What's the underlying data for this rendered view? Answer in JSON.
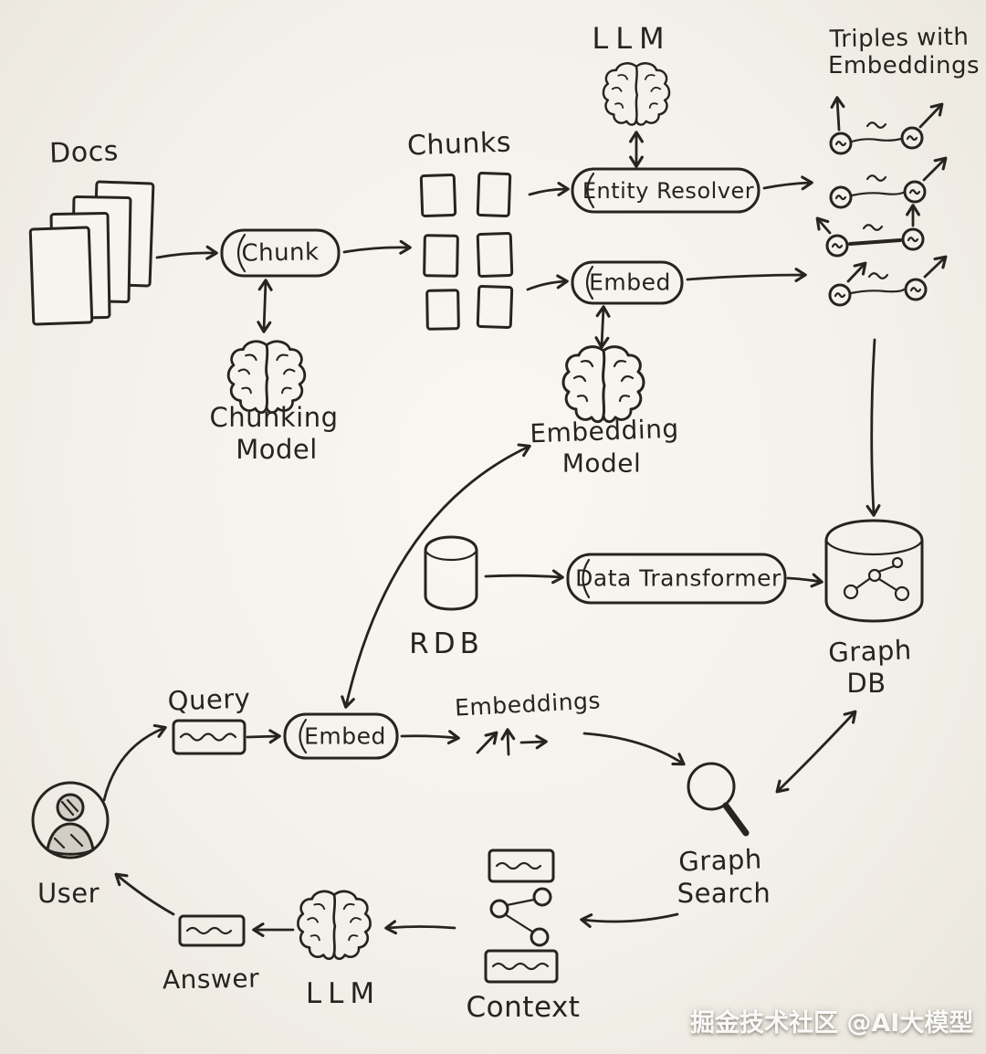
{
  "labels": {
    "docs": "Docs",
    "chunk": "Chunk",
    "chunking_model_1": "Chunking",
    "chunking_model_2": "Model",
    "chunks": "Chunks",
    "llm_top": "LLM",
    "entity_resolver": "Entity Resolver",
    "triples_1": "Triples with",
    "triples_2": "Embeddings",
    "embed_top": "Embed",
    "embedding_model_1": "Embedding",
    "embedding_model_2": "Model",
    "rdb": "RDB",
    "data_transformer": "Data Transformer",
    "graph_db_1": "Graph",
    "graph_db_2": "DB",
    "query": "Query",
    "embed_query": "Embed",
    "embeddings": "Embeddings",
    "user": "User",
    "graph_search_1": "Graph",
    "graph_search_2": "Search",
    "context": "Context",
    "llm_answer": "LLM",
    "answer": "Answer"
  },
  "watermark": {
    "text": "掘金技术社区 @AI大模型"
  },
  "colors": {
    "ink": "#26241f",
    "paper": "#f6f4ee"
  },
  "edges": [
    "Docs -> Chunk",
    "Chunk <-> Chunking Model",
    "Chunk -> Chunks",
    "Chunks -> Entity Resolver",
    "LLM <-> Entity Resolver",
    "Chunks -> Embed",
    "Entity Resolver -> Triples with Embeddings",
    "Embed -> Triples with Embeddings",
    "Embed <-> Embedding Model",
    "Triples with Embeddings -> Graph DB",
    "RDB -> Data Transformer",
    "Data Transformer -> Graph DB",
    "Embedding Model <-> Embed (query)",
    "User -> Query",
    "Query -> Embed (query)",
    "Embed (query) -> Embeddings",
    "Embeddings -> Graph Search",
    "Graph Search <-> Graph DB",
    "Graph Search -> Context",
    "Context -> LLM",
    "LLM -> Answer",
    "Answer -> User"
  ]
}
